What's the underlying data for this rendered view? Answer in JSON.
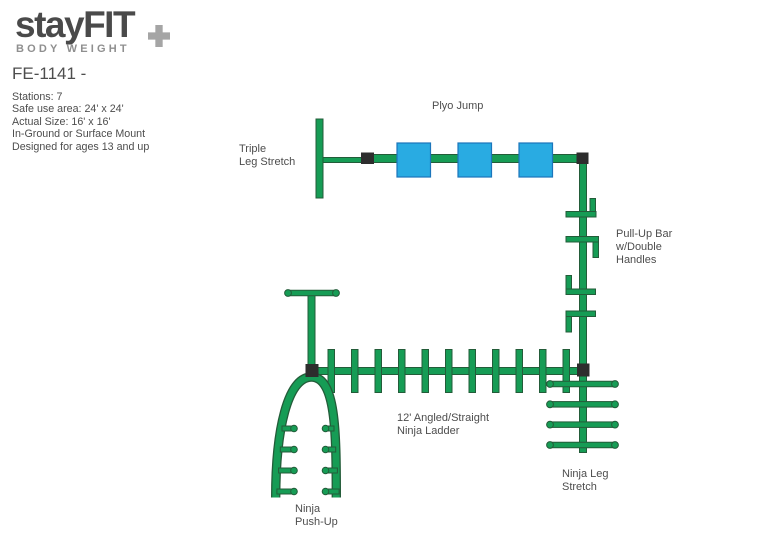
{
  "logo": {
    "stay": "stay",
    "fit": "FIT",
    "subtitle": "BODY WEIGHT"
  },
  "product": {
    "model": "FE-1141 -",
    "specs": [
      "Stations: 7",
      "Safe use area: 24' x 24'",
      "Actual Size: 16' x 16'",
      "In-Ground or Surface Mount",
      "Designed for ages 13 and up"
    ]
  },
  "labels": {
    "plyo_jump": {
      "lines": [
        "Plyo Jump"
      ]
    },
    "triple_leg_stretch": {
      "lines": [
        "Triple",
        "Leg Stretch"
      ]
    },
    "pull_up_bar": {
      "lines": [
        "Pull-Up Bar",
        "w/Double",
        "Handles"
      ]
    },
    "ninja_ladder": {
      "lines": [
        "12' Angled/Straight",
        "Ninja Ladder"
      ]
    },
    "ninja_push_up": {
      "lines": [
        "Ninja",
        "Push-Up"
      ]
    },
    "ninja_leg_stretch": {
      "lines": [
        "Ninja Leg",
        "Stretch"
      ]
    }
  },
  "diagram": {
    "plyo_jump": {
      "pad_count": 3
    },
    "pull_up_bar": {
      "handle_count": 4
    },
    "ninja_ladder": {
      "rung_count": 11
    },
    "ninja_leg_stretch": {
      "bar_count": 4
    },
    "ninja_push_up": {
      "pegs_per_side": 4
    }
  },
  "colors": {
    "equipment_green": "#169c55",
    "equipment_green_dark": "#235c39",
    "pad_blue": "#29abe2",
    "pad_blue_dark": "#1b75bb",
    "connector_black": "#2d2d2d",
    "text_gray": "#4d4d4d",
    "logo_dark": "#4a4a4a",
    "logo_gray": "#8f8f8f",
    "logo_plus_gray": "#a5a5a5"
  }
}
